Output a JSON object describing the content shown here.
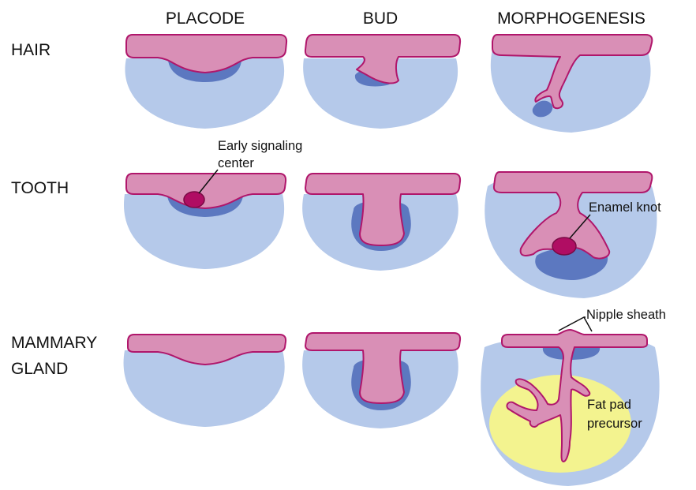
{
  "columns": {
    "placode": "PLACODE",
    "bud": "BUD",
    "morphogenesis": "MORPHOGENESIS"
  },
  "rows": {
    "hair": "HAIR",
    "tooth": "TOOTH",
    "mammary_line1": "MAMMARY",
    "mammary_line2": "GLAND"
  },
  "annotations": {
    "early_signaling_line1": "Early signaling",
    "early_signaling_line2": "center",
    "enamel_knot": "Enamel knot",
    "nipple_sheath": "Nipple sheath",
    "fat_pad_line1": "Fat pad",
    "fat_pad_line2": "precursor"
  },
  "colors": {
    "epithelium": "#d98fb6",
    "epithelium_outline": "#b0166b",
    "mesenchyme": "#b5c9ea",
    "condensed_mesenchyme": "#5c78c0",
    "signaling_center": "#b00d63",
    "fat_pad": "#f3f38f"
  }
}
